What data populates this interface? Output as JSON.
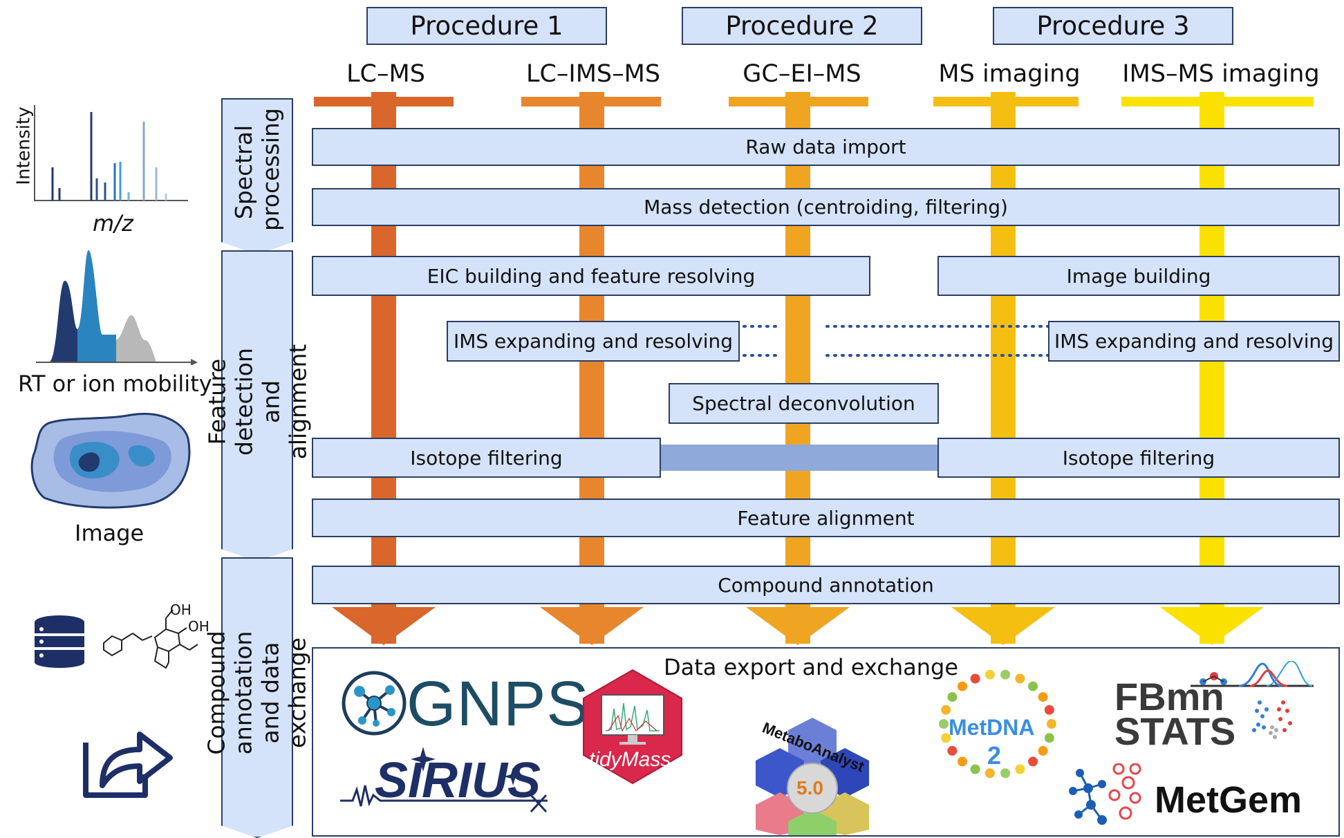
{
  "procedures": [
    "Procedure 1",
    "Procedure 2",
    "Procedure 3"
  ],
  "techniques": [
    "LC–MS",
    "LC–IMS–MS",
    "GC–EI–MS",
    "MS imaging",
    "IMS–MS imaging"
  ],
  "technique_colors": [
    "#d9662a",
    "#e8862e",
    "#f0a522",
    "#f5bf12",
    "#fbe100"
  ],
  "box_fill": "#d4e3f9",
  "border_color": "#2c3d63",
  "bands": {
    "spectral": "Spectral processing",
    "feature": "Feature detection and alignment",
    "compound": "Compound annotation and data exchange"
  },
  "steps": {
    "raw_import": "Raw data import",
    "mass_detection": "Mass detection (centroiding, filtering)",
    "eic_building": "EIC building and feature resolving",
    "image_building": "Image building",
    "ims_left": "IMS expanding and resolving",
    "ims_right": "IMS expanding and resolving",
    "spectral_deconv": "Spectral deconvolution",
    "isotope_left": "Isotope filtering",
    "isotope_right": "Isotope filtering",
    "feature_alignment": "Feature alignment",
    "compound_annotation": "Compound annotation"
  },
  "export": {
    "title": "Data export and exchange",
    "tools": [
      "GNPS",
      "SIRIUS",
      "tidyMass",
      "MetaboAnalyst",
      "5.0",
      "MetDNA",
      "2",
      "FBmn",
      "STATS",
      "MetGem"
    ]
  },
  "left_panel": {
    "intensity": "Intensity",
    "mz": "m/z",
    "rt": "RT or ion mobility",
    "image": "Image",
    "oh1": "OH",
    "oh2": "OH"
  }
}
